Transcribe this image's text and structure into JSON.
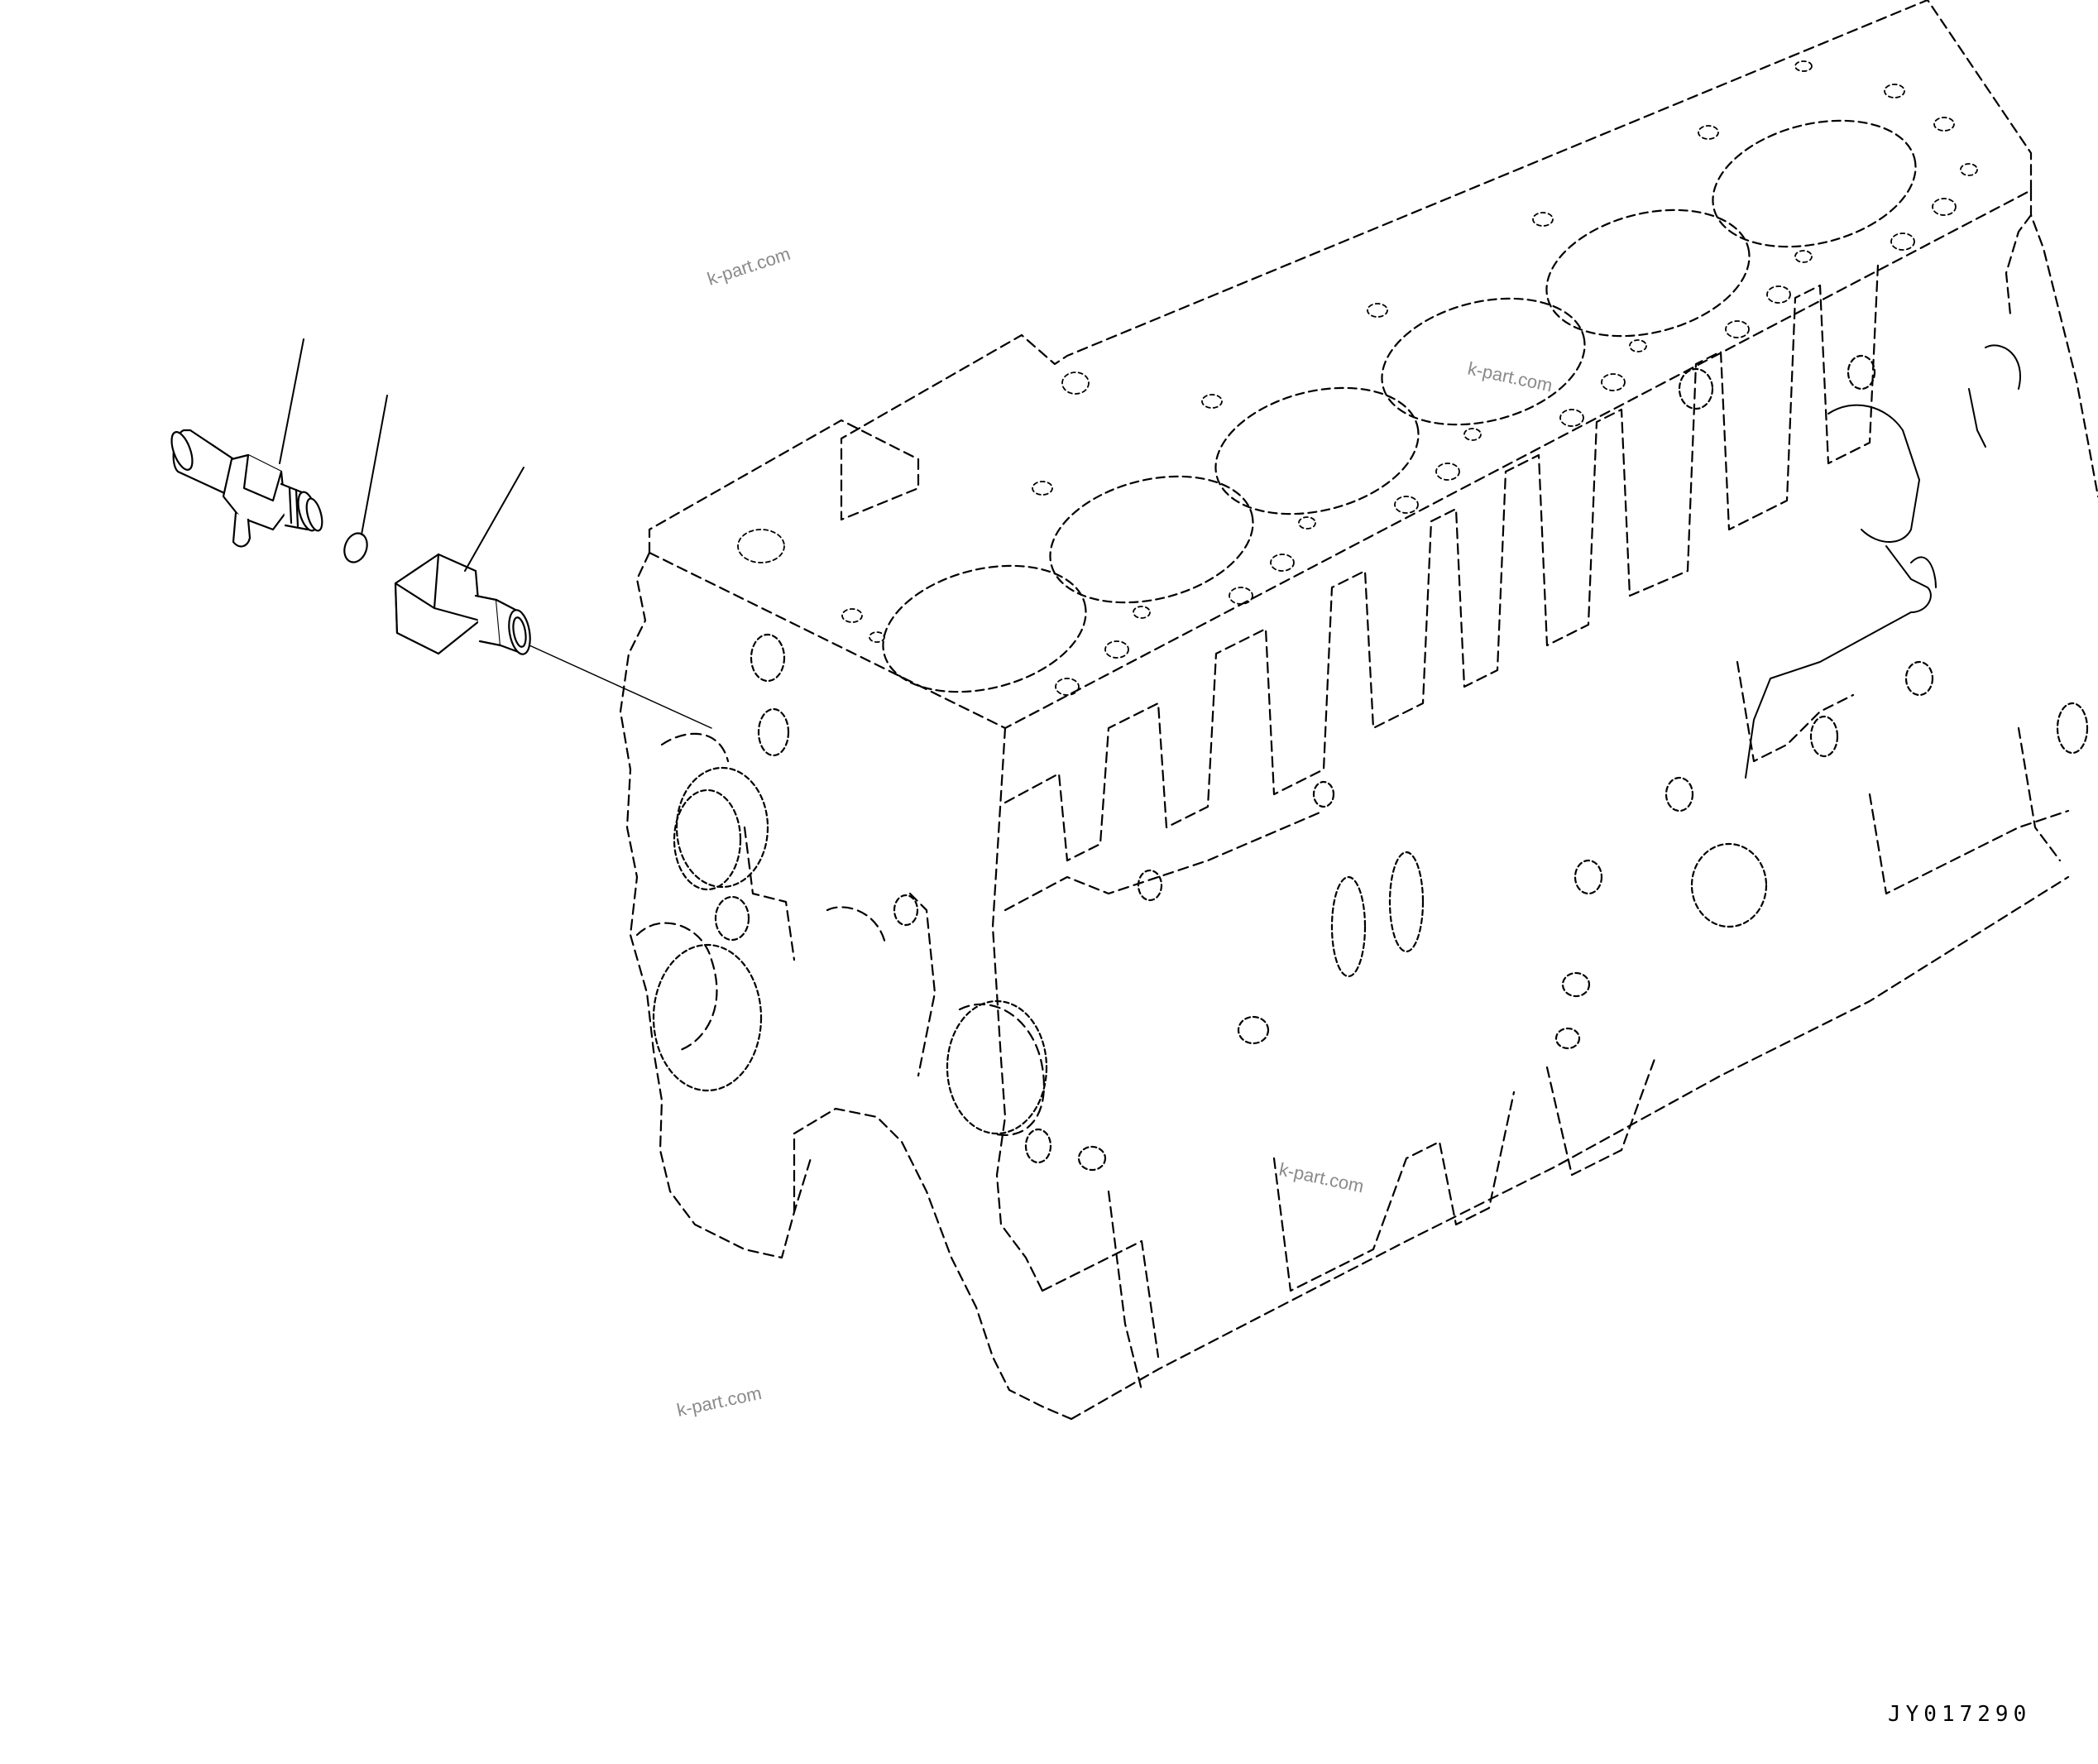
{
  "watermarks": [
    "k-part.com",
    "k-part.com",
    "k-part.com",
    "k-part.com"
  ],
  "drawing_code": "JY017290",
  "parts": [
    "sensor-icon",
    "o-ring-icon",
    "adapter-fitting-icon",
    "cylinder-block-icon"
  ],
  "colors": {
    "line": "#000000",
    "watermark": "#8a8a8a",
    "background": "#ffffff"
  }
}
